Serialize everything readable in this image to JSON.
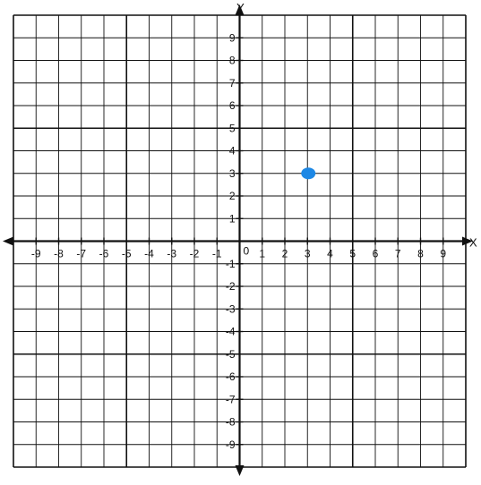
{
  "chart_data": {
    "type": "scatter",
    "title": "",
    "xlabel": "X",
    "ylabel": "Y",
    "xlim": [
      -10,
      10
    ],
    "ylim": [
      -10,
      10
    ],
    "xticks": [
      -9,
      -8,
      -7,
      -6,
      -5,
      -4,
      -3,
      -2,
      -1,
      1,
      2,
      3,
      4,
      5,
      6,
      7,
      8,
      9
    ],
    "yticks": [
      9,
      8,
      7,
      6,
      5,
      4,
      3,
      2,
      1,
      -1,
      -2,
      -3,
      -4,
      -5,
      -6,
      -7,
      -8,
      -9
    ],
    "origin_label": "0",
    "grid": true,
    "points": [
      {
        "x": 3,
        "y": 3
      }
    ],
    "point_color": "#1e88e5",
    "line_color": "#111111"
  }
}
